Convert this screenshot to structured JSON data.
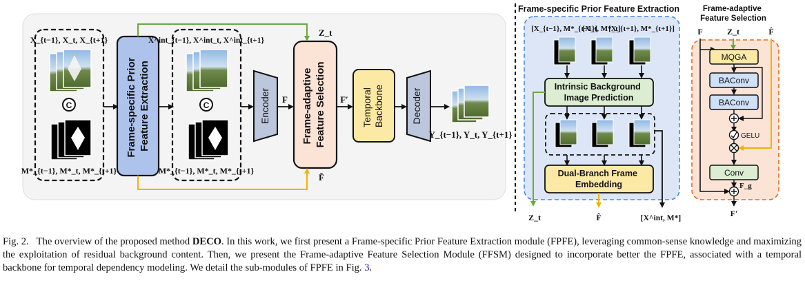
{
  "overview": {
    "input_frames_label": "X_{t−1}, X_t, X_{t+1}",
    "input_masks_label": "M*_{t−1}, M*_t, M*_{t+1}",
    "fpfe_block": "Frame-specific Prior Feature Extraction",
    "interm_frames_label": "X^int_{t−1}, X^int_t, X^int_{t+1}",
    "interm_masks_label": "M*_{t−1}, M*_t, M*_{t+1}",
    "encoder": "Encoder",
    "f_label": "F",
    "ffsm_block": "Frame-adaptive Feature Selection",
    "z_label": "Z_t",
    "fhat_label": "F̂",
    "fprime_label": "F′",
    "temporal_block": "Temporal Backbone",
    "decoder": "Decoder",
    "output_label": "Y_{t−1}, Y_t, Y_{t+1}",
    "concat_symbol": "C"
  },
  "fpfe_detail": {
    "title": "Frame-specific Prior Feature Extraction",
    "inputs": [
      "[X_{t−1}, M*_{t−1}]",
      "[X_t, M*_t]",
      "[X_{t+1}, M*_{t+1}]"
    ],
    "ibip": "Intrinsic Background Image Prediction",
    "dbfe": "Dual-Branch Frame Embedding",
    "out_z": "Z_t",
    "out_fhat": "F̂",
    "out_xint": "[X^int, M*]"
  },
  "ffsm_detail": {
    "title": "Frame-adaptive Feature Selection",
    "in_f": "F",
    "in_z": "Z_t",
    "in_fhat": "F̂",
    "mqga": "MQGA",
    "baconv1": "BAConv",
    "baconv2": "BAConv",
    "gelu": "GELU",
    "conv": "Conv",
    "fg": "F_g",
    "out": "F′"
  },
  "caption": {
    "fig": "Fig. 2.",
    "pre": "The overview of the proposed method",
    "method": "DECO",
    "body": ". In this work, we first present a Frame-specific Prior Feature Extraction module (FPFE), leveraging common-sense knowledge and maximizing the exploitation of residual background content. Then, we present the Frame-adaptive Feature Selection Module (FFSM) designed to incorporate better the FPFE, associated with a temporal backbone for temporal dependency modeling. We detail the sub-modules of FPFE in Fig.",
    "ref": "3",
    "end": "."
  }
}
